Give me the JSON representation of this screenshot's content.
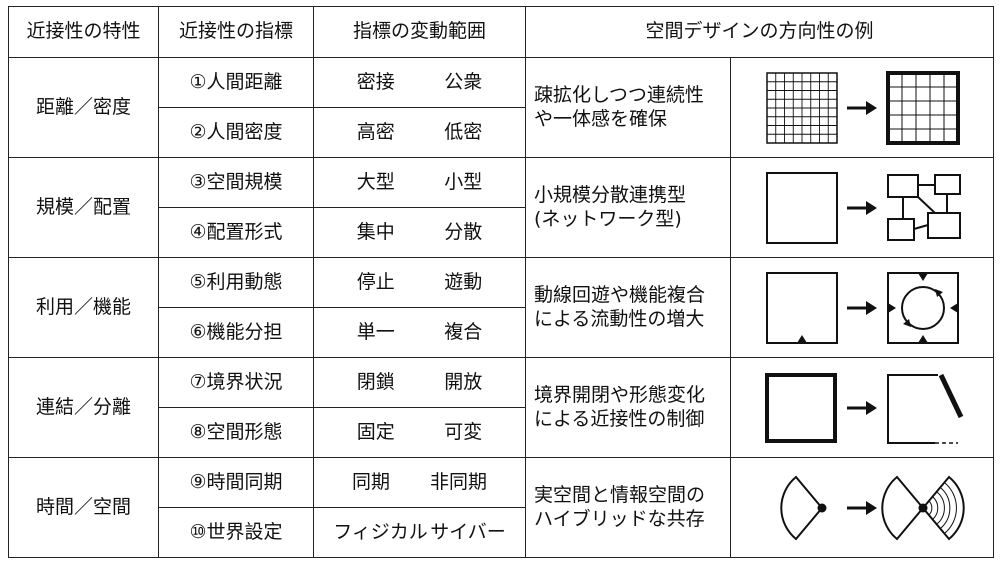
{
  "headers": [
    "近接性の特性",
    "近接性の指標",
    "指標の変動範囲",
    "空間デザインの方向性の例"
  ],
  "groups": [
    {
      "characteristic": "距離／密度",
      "indicators": [
        {
          "name": "①人間距離",
          "from": "密接",
          "to": "公衆"
        },
        {
          "name": "②人間密度",
          "from": "高密",
          "to": "低密"
        }
      ],
      "direction": [
        "疎拡化しつつ連続性",
        "や一体感を確保"
      ],
      "figure": "grid-to-framed-grid"
    },
    {
      "characteristic": "規模／配置",
      "indicators": [
        {
          "name": "③空間規模",
          "from": "大型",
          "to": "小型"
        },
        {
          "name": "④配置形式",
          "from": "集中",
          "to": "分散"
        }
      ],
      "direction": [
        "小規模分散連携型",
        "(ネットワーク型)"
      ],
      "figure": "square-to-network"
    },
    {
      "characteristic": "利用／機能",
      "indicators": [
        {
          "name": "⑤利用動態",
          "from": "停止",
          "to": "遊動"
        },
        {
          "name": "⑥機能分担",
          "from": "単一",
          "to": "複合"
        }
      ],
      "direction": [
        "動線回遊や機能複合",
        "による流動性の増大"
      ],
      "figure": "single-entry-to-circulation"
    },
    {
      "characteristic": "連結／分離",
      "indicators": [
        {
          "name": "⑦境界状況",
          "from": "閉鎖",
          "to": "開放"
        },
        {
          "name": "⑧空間形態",
          "from": "固定",
          "to": "可変"
        }
      ],
      "direction": [
        "境界開閉や形態変化",
        "による近接性の制御"
      ],
      "figure": "closed-to-open-boundary"
    },
    {
      "characteristic": "時間／空間",
      "indicators": [
        {
          "name": "⑨時間同期",
          "from": "同期",
          "to": "非同期"
        },
        {
          "name": "⑩世界設定",
          "from": "フィジカル",
          "to": "サイバー"
        }
      ],
      "direction": [
        "実空間と情報空間の",
        "ハイブリッドな共存"
      ],
      "figure": "fan-to-bowtie"
    }
  ]
}
